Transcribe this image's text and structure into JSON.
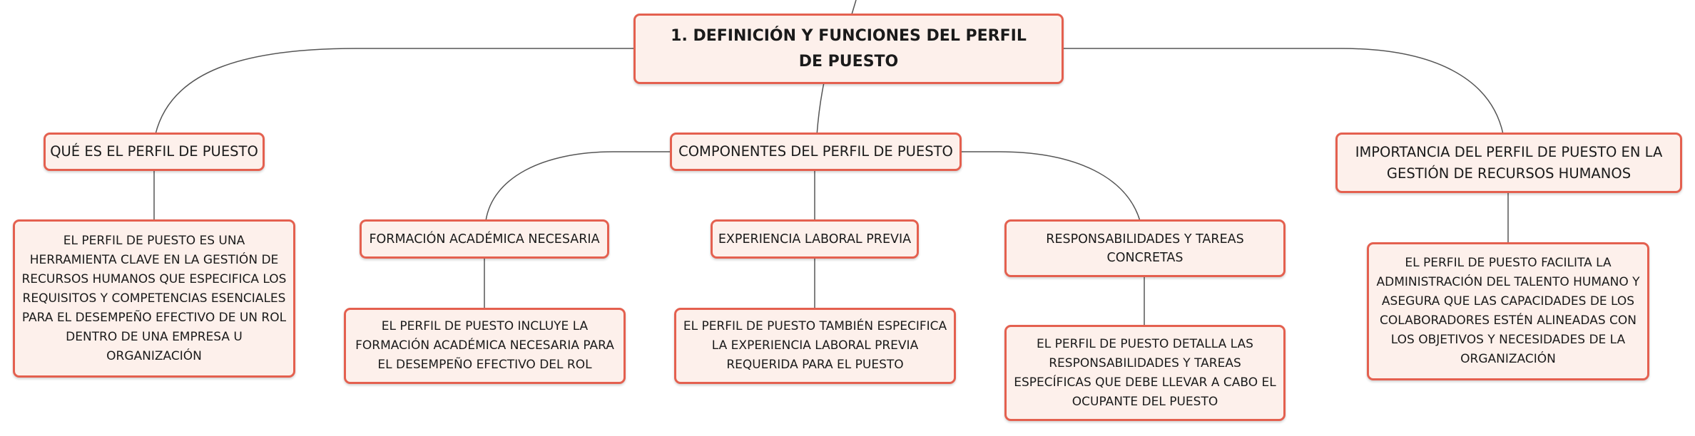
{
  "root": {
    "text": "1. DEFINICIÓN Y FUNCIONES DEL PERFIL DE PUESTO"
  },
  "branches": {
    "que_es": {
      "title": "QUÉ ES EL PERFIL DE PUESTO",
      "detail": "EL PERFIL DE PUESTO ES UNA HERRAMIENTA CLAVE EN LA GESTIÓN DE RECURSOS HUMANOS QUE ESPECIFICA LOS REQUISITOS Y COMPETENCIAS ESENCIALES PARA EL DESEMPEÑO EFECTIVO DE UN ROL DENTRO DE UNA EMPRESA U ORGANIZACIÓN"
    },
    "componentes": {
      "title": "COMPONENTES DEL PERFIL DE PUESTO",
      "formacion": {
        "title": "FORMACIÓN ACADÉMICA NECESARIA",
        "detail": "EL PERFIL DE PUESTO INCLUYE LA FORMACIÓN ACADÉMICA NECESARIA PARA EL DESEMPEÑO EFECTIVO DEL ROL"
      },
      "experiencia": {
        "title": "EXPERIENCIA LABORAL PREVIA",
        "detail": "EL PERFIL DE PUESTO TAMBIÉN ESPECIFICA LA EXPERIENCIA LABORAL PREVIA REQUERIDA PARA EL PUESTO"
      },
      "responsabilidades": {
        "title": "RESPONSABILIDADES Y TAREAS CONCRETAS",
        "detail": "EL PERFIL DE PUESTO DETALLA LAS RESPONSABILIDADES Y TAREAS ESPECÍFICAS QUE DEBE LLEVAR A CABO EL OCUPANTE DEL PUESTO"
      }
    },
    "importancia": {
      "title": "IMPORTANCIA DEL PERFIL DE PUESTO EN LA GESTIÓN DE RECURSOS HUMANOS",
      "detail": "EL PERFIL DE PUESTO FACILITA LA ADMINISTRACIÓN DEL TALENTO HUMANO Y ASEGURA QUE LAS CAPACIDADES DE LOS COLABORADORES ESTÉN ALINEADAS CON LOS OBJETIVOS Y NECESIDADES DE LA ORGANIZACIÓN"
    }
  },
  "colors": {
    "node_fill": "#fdf0eb",
    "node_border": "#e4604f",
    "connector": "#555555"
  }
}
